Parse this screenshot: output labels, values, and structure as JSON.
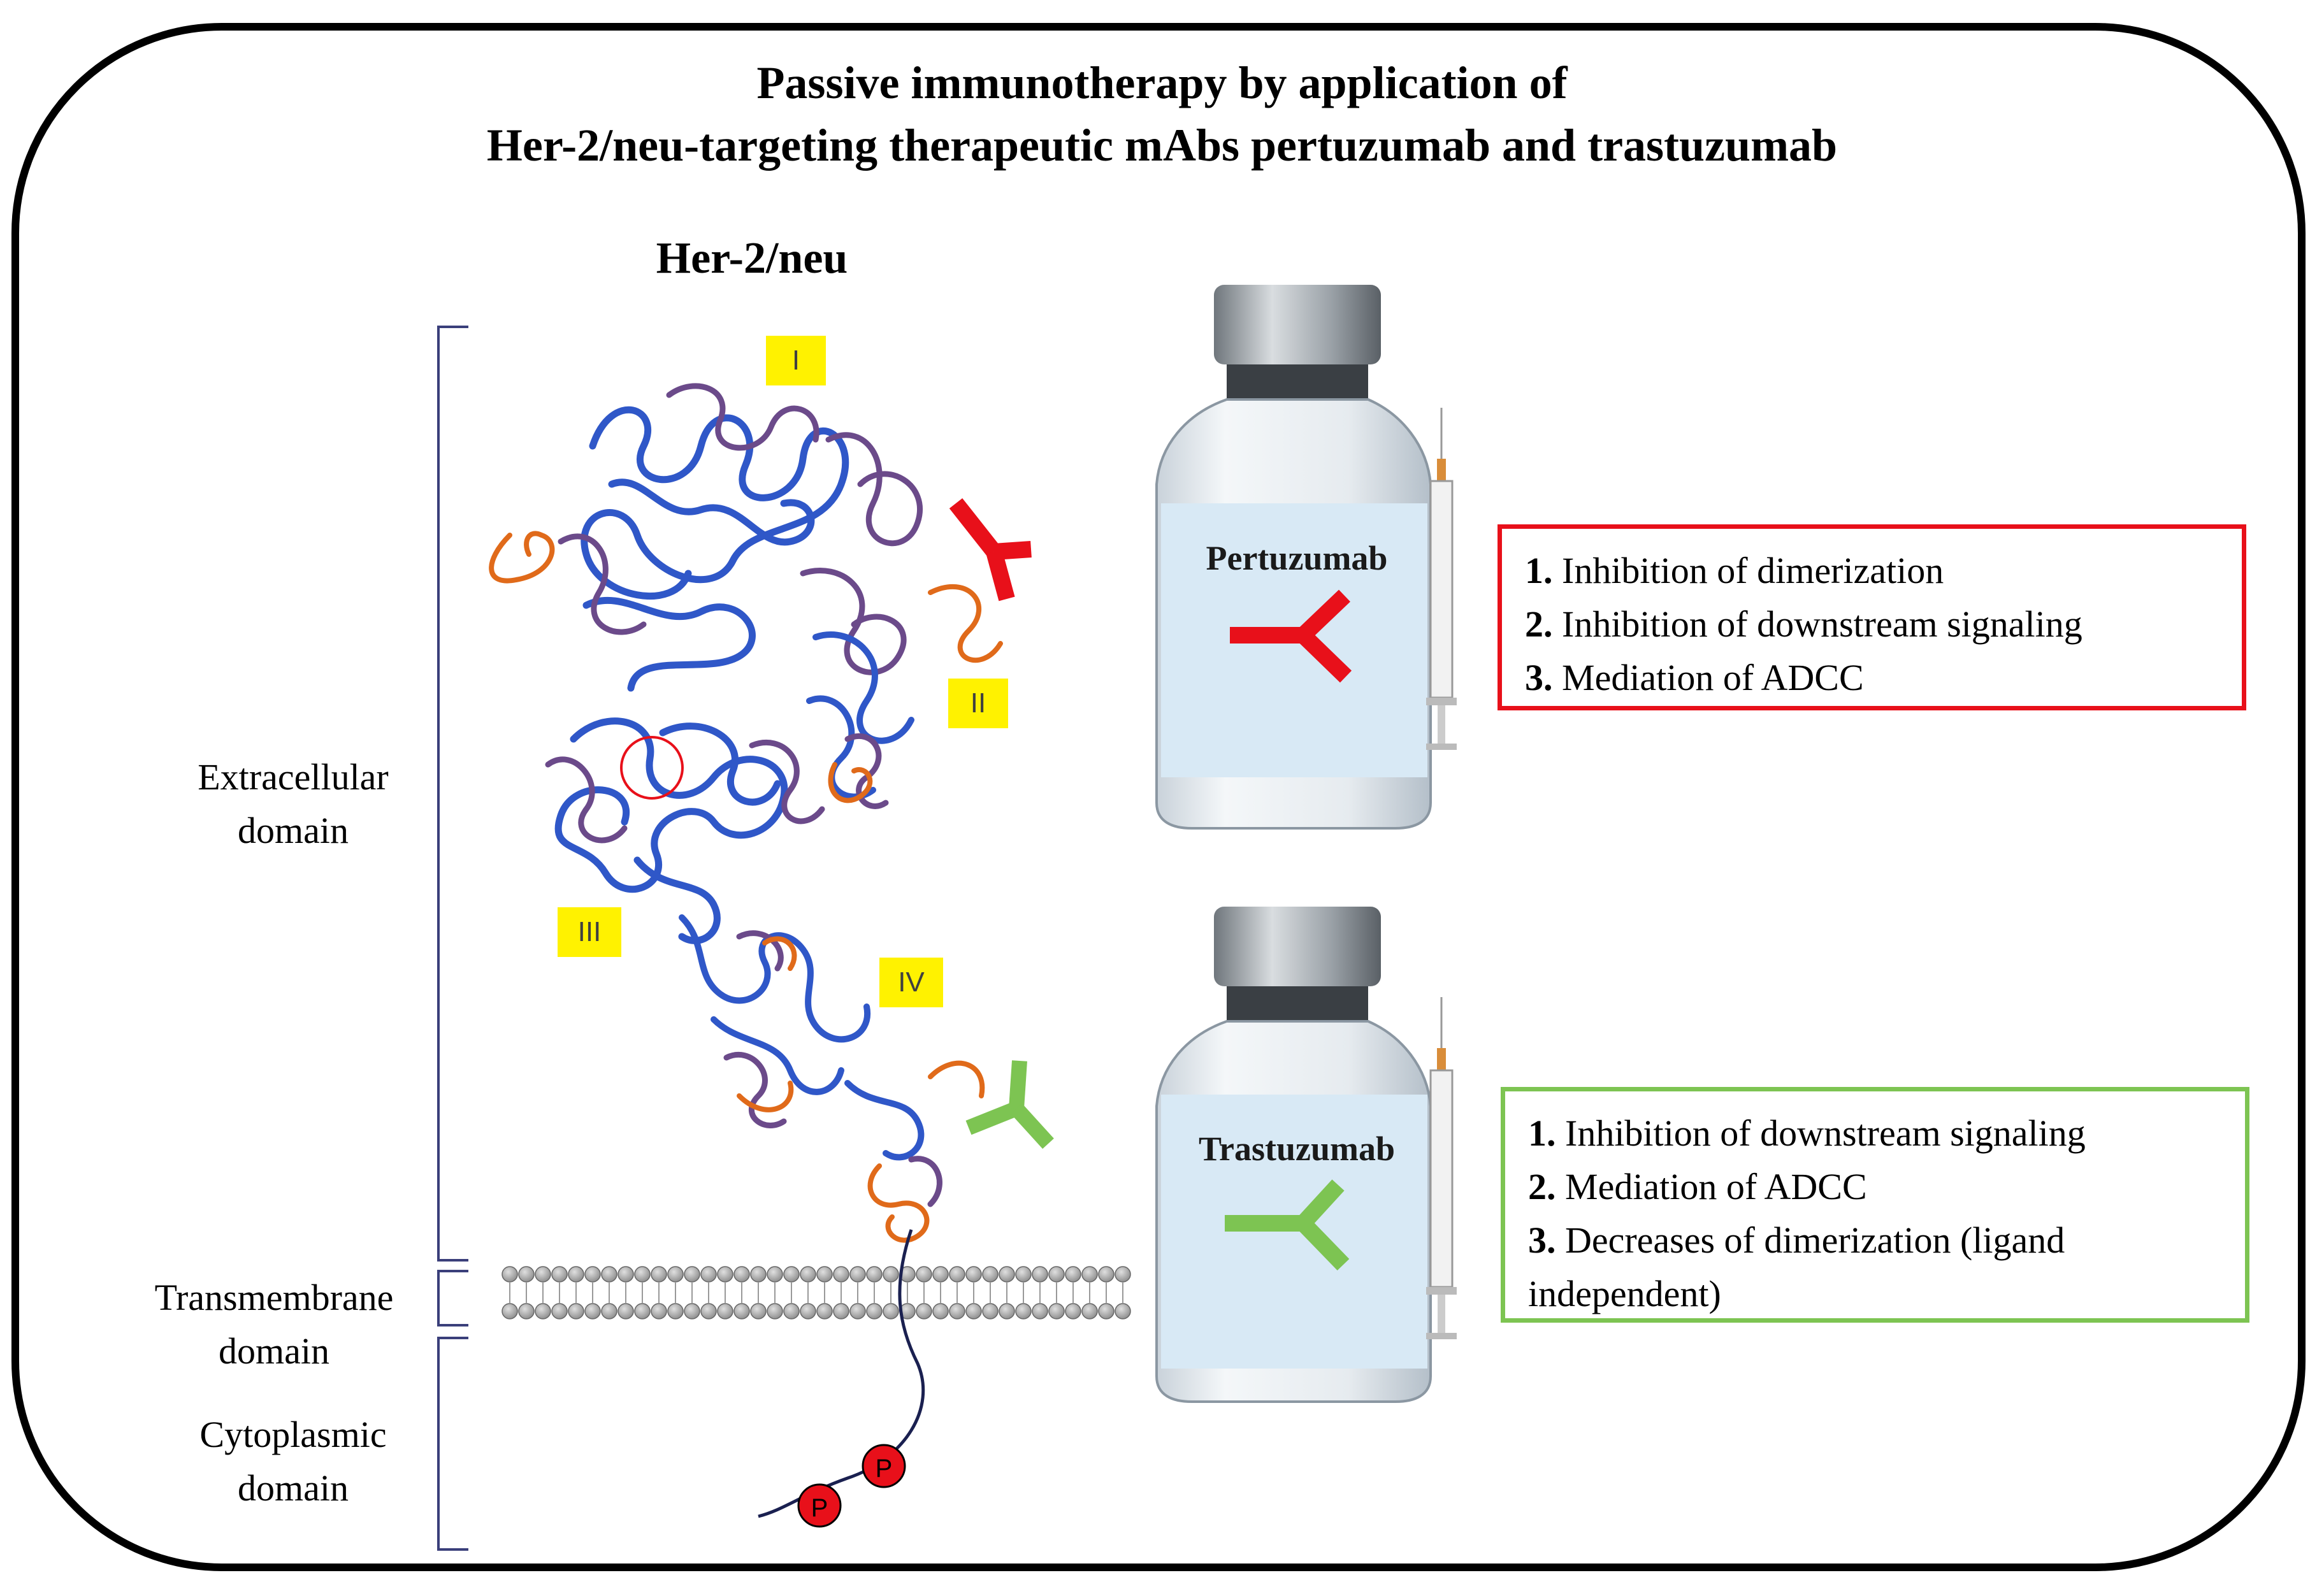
{
  "title": {
    "line1": "Passive immunotherapy by application of",
    "line2": "Her-2/neu-targeting therapeutic mAbs pertuzumab and trastuzumab"
  },
  "receptor_label": "Her-2/neu",
  "domains": {
    "extracellular": [
      "Extracellular",
      "domain"
    ],
    "transmembrane": [
      "Transmembrane",
      "domain"
    ],
    "cytoplasmic": [
      "Cytoplasmic",
      "domain"
    ]
  },
  "subdomains": [
    "I",
    "II",
    "III",
    "IV"
  ],
  "phospho_label": "P",
  "drugs": {
    "pertuzumab": {
      "name": "Pertuzumab",
      "color": "#e8101a",
      "mechanisms": [
        {
          "num": "1.",
          "text": "Inhibition of dimerization"
        },
        {
          "num": "2.",
          "text": "Inhibition of downstream signaling"
        },
        {
          "num": "3.",
          "text": "Mediation of ADCC"
        }
      ]
    },
    "trastuzumab": {
      "name": "Trastuzumab",
      "color": "#7dc452",
      "mechanisms": [
        {
          "num": "1.",
          "text": "Inhibition of downstream signaling"
        },
        {
          "num": "2.",
          "text": "Mediation of ADCC"
        },
        {
          "num": "3.",
          "text": "Decreases of dimerization (ligand independent)"
        }
      ]
    }
  },
  "colors": {
    "protein_blue": "#2f57c8",
    "protein_purple": "#6b4a8a",
    "protein_orange": "#e06a1a",
    "yellow_label": "#fff200",
    "vial_label_bg": "#d8e9f5"
  }
}
